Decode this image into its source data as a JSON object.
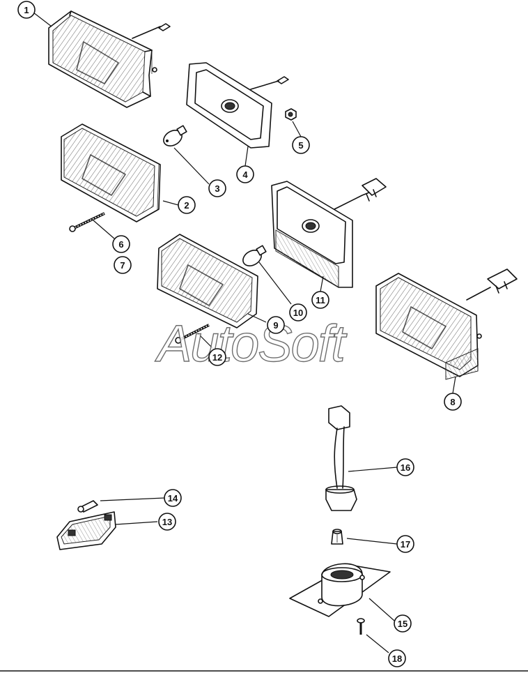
{
  "watermark": "AutoSoft",
  "callouts": [
    {
      "id": "c1",
      "label": "1"
    },
    {
      "id": "c2",
      "label": "2"
    },
    {
      "id": "c3",
      "label": "3"
    },
    {
      "id": "c4",
      "label": "4"
    },
    {
      "id": "c5",
      "label": "5"
    },
    {
      "id": "c6",
      "label": "6"
    },
    {
      "id": "c7",
      "label": "7"
    },
    {
      "id": "c8",
      "label": "8"
    },
    {
      "id": "c9",
      "label": "9"
    },
    {
      "id": "c10",
      "label": "10"
    },
    {
      "id": "c11",
      "label": "11"
    },
    {
      "id": "c12",
      "label": "12"
    },
    {
      "id": "c13",
      "label": "13"
    },
    {
      "id": "c14",
      "label": "14"
    },
    {
      "id": "c15",
      "label": "15"
    },
    {
      "id": "c16",
      "label": "16"
    },
    {
      "id": "c17",
      "label": "17"
    },
    {
      "id": "c18",
      "label": "18"
    }
  ]
}
